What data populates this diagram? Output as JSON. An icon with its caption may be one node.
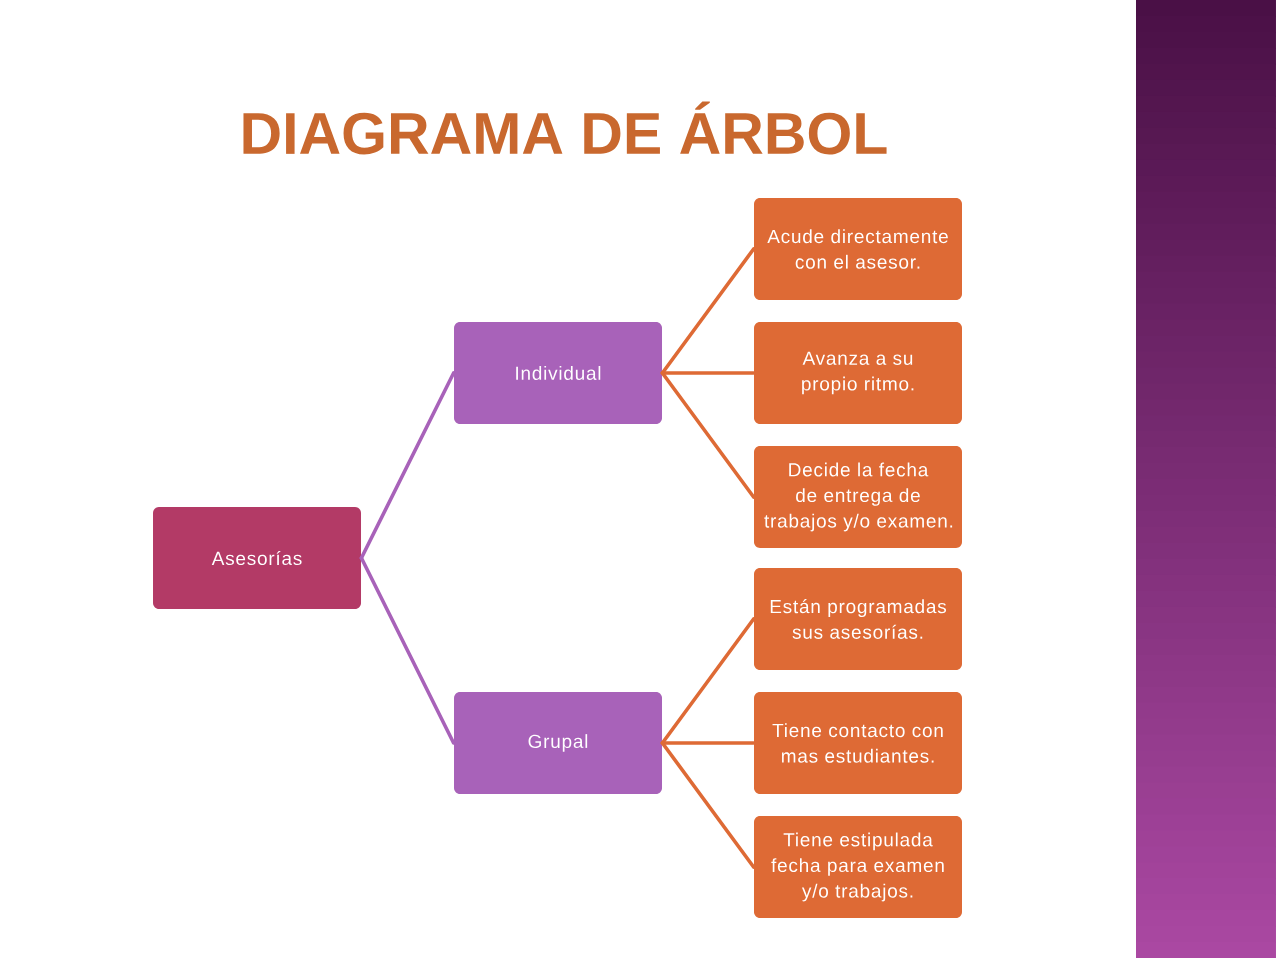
{
  "diagram": {
    "title": "DIAGRAMA DE ÁRBOL",
    "nodes": [
      {
        "text": [
          "Asesorías"
        ]
      },
      {
        "text": [
          "Individual"
        ]
      },
      {
        "text": [
          "Grupal"
        ]
      },
      {
        "text": [
          "Acude directamente con el asesor."
        ]
      },
      {
        "text": [
          "Avanza a su propio ritmo."
        ]
      },
      {
        "text": [
          "Decide la fecha de entrega de trabajos y/o examen."
        ]
      },
      {
        "text": [
          "Están programadas sus asesorías."
        ]
      },
      {
        "text": [
          "Tiene contacto con mas estudiantes."
        ]
      },
      {
        "text": [
          "Tiene estipulada fecha para examen y/o trabajos."
        ]
      }
    ],
    "edges": [
      {
        "from": 0,
        "to": 1,
        "arrow": "none",
        "color": "#a862b9"
      },
      {
        "from": 0,
        "to": 2,
        "arrow": "none",
        "color": "#a862b9"
      },
      {
        "from": 1,
        "to": 3,
        "arrow": "none"
      },
      {
        "from": 1,
        "to": 4,
        "arrow": "none"
      },
      {
        "from": 1,
        "to": 5,
        "arrow": "none"
      },
      {
        "from": 2,
        "to": 6,
        "arrow": "none"
      },
      {
        "from": 2,
        "to": 7,
        "arrow": "none"
      },
      {
        "from": 2,
        "to": 8,
        "arrow": "none"
      }
    ]
  }
}
